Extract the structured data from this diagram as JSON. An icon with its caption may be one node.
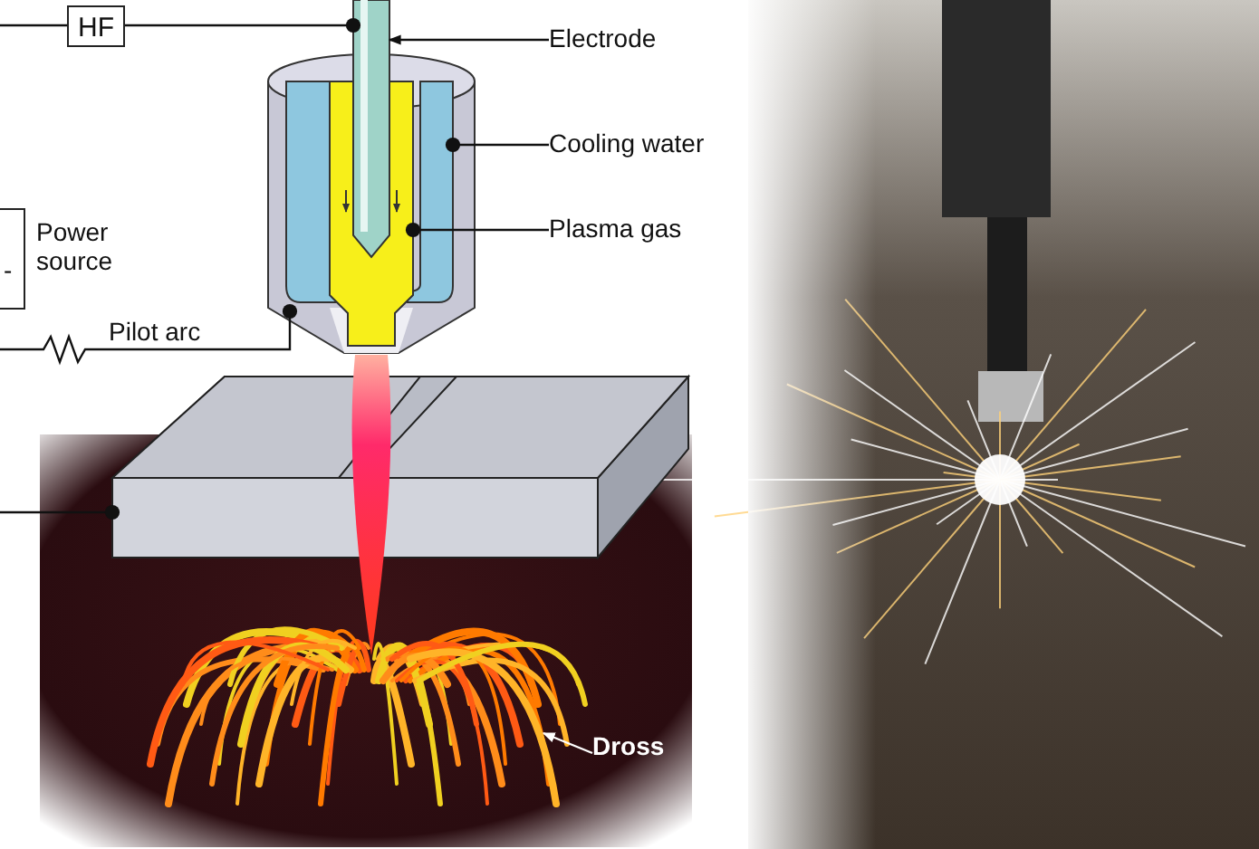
{
  "diagram": {
    "nodes": [
      {
        "text": [
          "HF"
        ]
      },
      {
        "text": [
          "-",
          "Power source"
        ]
      },
      {
        "text": [
          "Electrode"
        ]
      },
      {
        "text": [
          "Cooling water"
        ]
      },
      {
        "text": [
          "Plasma gas"
        ]
      },
      {
        "text": [
          "Dross"
        ]
      },
      {
        "text": [],
        "shape": "bar"
      },
      {
        "text": [],
        "shape": "cylinder"
      },
      {
        "text": [],
        "shape": "box",
        "in": 7
      },
      {
        "text": [],
        "shape": "box",
        "in": 7
      },
      {
        "text": [],
        "shape": "box"
      },
      {
        "text": [],
        "shape": "picture"
      },
      {
        "text": [],
        "shape": "picture"
      }
    ],
    "edges": [
      {
        "from": null,
        "to": 0,
        "arrow": "none"
      },
      {
        "from": 0,
        "to": 6,
        "arrow": "other"
      },
      {
        "from": 2,
        "to": 6,
        "arrow": "to"
      },
      {
        "from": 3,
        "to": 9,
        "arrow": "other"
      },
      {
        "from": 4,
        "to": 8,
        "arrow": "other"
      },
      {
        "from": null,
        "to": 7,
        "label": "Pilot arc",
        "arrow": "other"
      },
      {
        "from": null,
        "to": 10,
        "arrow": "other"
      },
      {
        "from": 5,
        "to": 11,
        "arrow": "to",
        "color": "#ffffff"
      }
    ]
  }
}
